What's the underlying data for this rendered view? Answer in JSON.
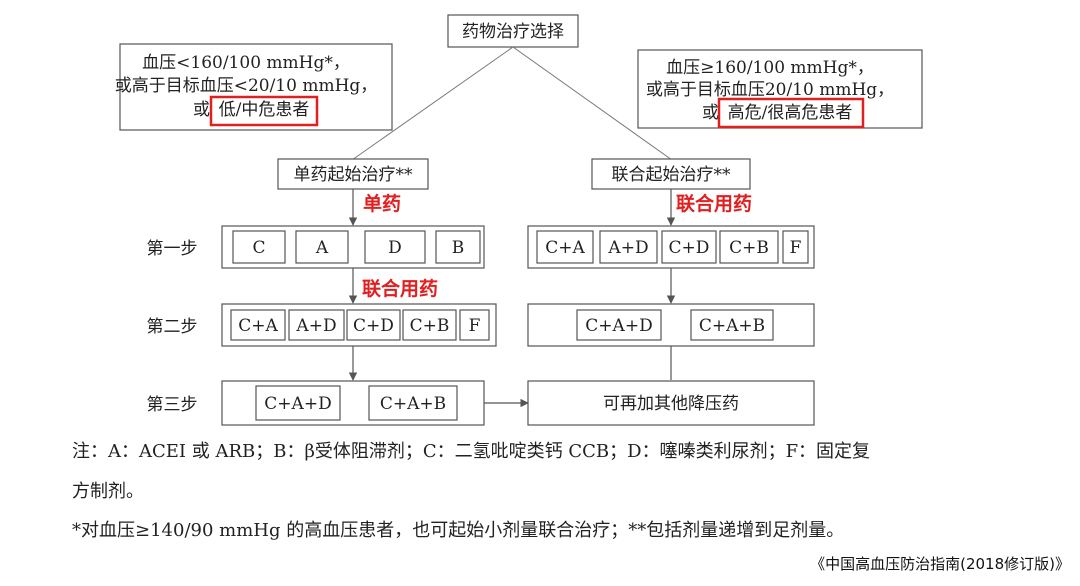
{
  "top": {
    "title": "药物治疗选择"
  },
  "left_criteria": {
    "line1": "血压<160/100 mmHg*，",
    "line2": "或高于目标血压<20/10 mmHg，",
    "line3_prefix": "或",
    "line3_highlight": "低/中危患者"
  },
  "right_criteria": {
    "line1": "血压≥160/100 mmHg*，",
    "line2": "或高于目标血压20/10 mmHg，",
    "line3_prefix": "或",
    "line3_highlight": "高危/很高危患者"
  },
  "left_start": "单药起始治疗**",
  "right_start": "联合起始治疗**",
  "annotations": {
    "single_drug": "单药",
    "combo_right": "联合用药",
    "combo_left": "联合用药",
    "color": "#e02020"
  },
  "steps": [
    "第一步",
    "第二步",
    "第三步"
  ],
  "left_step1": [
    "C",
    "A",
    "D",
    "B"
  ],
  "left_step2": [
    "C+A",
    "A+D",
    "C+D",
    "C+B",
    "F"
  ],
  "left_step3": [
    "C+A+D",
    "C+A+B"
  ],
  "right_step1": [
    "C+A",
    "A+D",
    "C+D",
    "C+B",
    "F"
  ],
  "right_step2": [
    "C+A+D",
    "C+A+B"
  ],
  "right_step3": "可再加其他降压药",
  "notes": {
    "line1": "注：A：ACEI 或 ARB；B：β受体阻滞剂；C：二氢吡啶类钙 CCB；D：噻嗪类利尿剂；F：固定复",
    "line2": "方制剂。",
    "line3": "*对血压≥140/90 mmHg 的高血压患者，也可起始小剂量联合治疗；**包括剂量递增到足剂量。"
  },
  "source": "《中国高血压防治指南(2018修订版)》"
}
